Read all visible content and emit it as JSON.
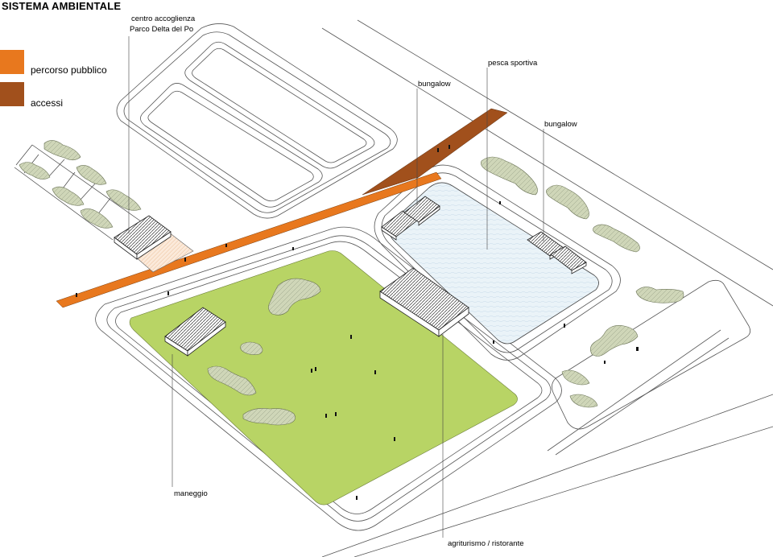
{
  "title": "SISTEMA AMBIENTALE",
  "legend": [
    {
      "label": "percorso pubblico",
      "color": "#e8781e"
    },
    {
      "label": "accessi",
      "color": "#a1501c"
    }
  ],
  "labels": {
    "centro_line1": "centro accoglienza",
    "centro_line2": "Parco Delta del Po",
    "bungalow_left": "bungalow",
    "pesca": "pesca sportiva",
    "bungalow_right": "bungalow",
    "maneggio": "maneggio",
    "agriturismo": "agriturismo / ristorante"
  },
  "colors": {
    "meadow": "#b8d465",
    "water": "#e9f2f7",
    "path": "#e8781e",
    "access": "#a1501c",
    "trees": "#ccd3b5"
  }
}
